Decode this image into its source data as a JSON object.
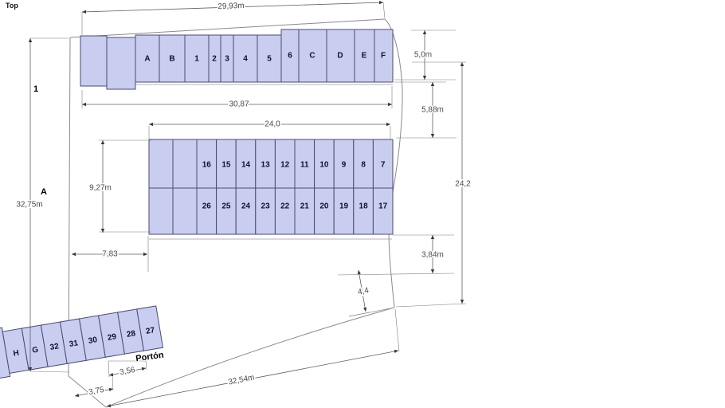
{
  "view": {
    "label": "Top"
  },
  "annotations": {
    "lot_number": "1",
    "block_letter": "A",
    "gate_label": "Portón"
  },
  "dimensions": {
    "d_29_93": "29,93m",
    "d_30_87": "30,87",
    "d_5_0": "5,0m",
    "d_5_88": "5,88m",
    "d_24_2": "24,2",
    "d_24_0": "24,0",
    "d_9_27": "9,27m",
    "d_7_83": "7,83",
    "d_3_84": "3,84m",
    "d_4_4": "4,4",
    "d_32_54": "32,54m",
    "d_3_75": "3,75",
    "d_3_56": "3,56",
    "d_32_75": "32,75m"
  },
  "parking": {
    "top_row": [
      "A",
      "B",
      "1",
      "2",
      "3",
      "4",
      "5",
      "6",
      "C",
      "D",
      "E",
      "F"
    ],
    "middle_row_upper": [
      "16",
      "15",
      "14",
      "13",
      "12",
      "11",
      "10",
      "9",
      "8",
      "7"
    ],
    "middle_row_lower": [
      "26",
      "25",
      "24",
      "23",
      "22",
      "21",
      "20",
      "19",
      "18",
      "17"
    ],
    "bottom_row": [
      "H",
      "G",
      "32",
      "31",
      "30",
      "29",
      "28",
      "27"
    ]
  },
  "colors": {
    "cell_fill": "#c9cdf0",
    "cell_stroke": "#4a4a73",
    "boundary_line": "#8a8a8a",
    "dimension_line": "#5f5f5f",
    "dimension_text": "#4a4a4a",
    "label_text": "#000000",
    "background": "#ffffff"
  }
}
